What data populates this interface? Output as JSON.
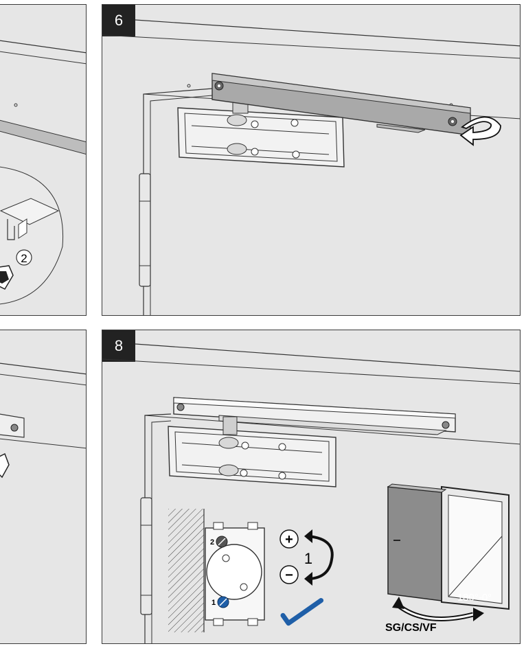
{
  "panels": [
    {
      "id": "top-left-partial"
    },
    {
      "id": "step-6",
      "step_label": "6"
    },
    {
      "id": "bottom-left-partial"
    },
    {
      "id": "step-8",
      "step_label": "8"
    }
  ],
  "callouts": {
    "circled_two": "2"
  },
  "adjustment": {
    "plus_symbol": "+",
    "minus_symbol": "−",
    "turns": "1",
    "valve_marks": [
      "2",
      "1"
    ]
  },
  "door_figure": {
    "angle_range": "180°-0°",
    "model_label": "SG/CS/VF"
  },
  "colors": {
    "panel_bg": "#e6e6e6",
    "outline": "#2b2b2b",
    "hex_key": "#1f5fa8",
    "valve_screw": "#1f5fa8"
  },
  "icons": [
    "rotation-arrow-icon",
    "plus-icon",
    "minus-icon",
    "hex-key-icon",
    "swing-arrow-icon"
  ]
}
